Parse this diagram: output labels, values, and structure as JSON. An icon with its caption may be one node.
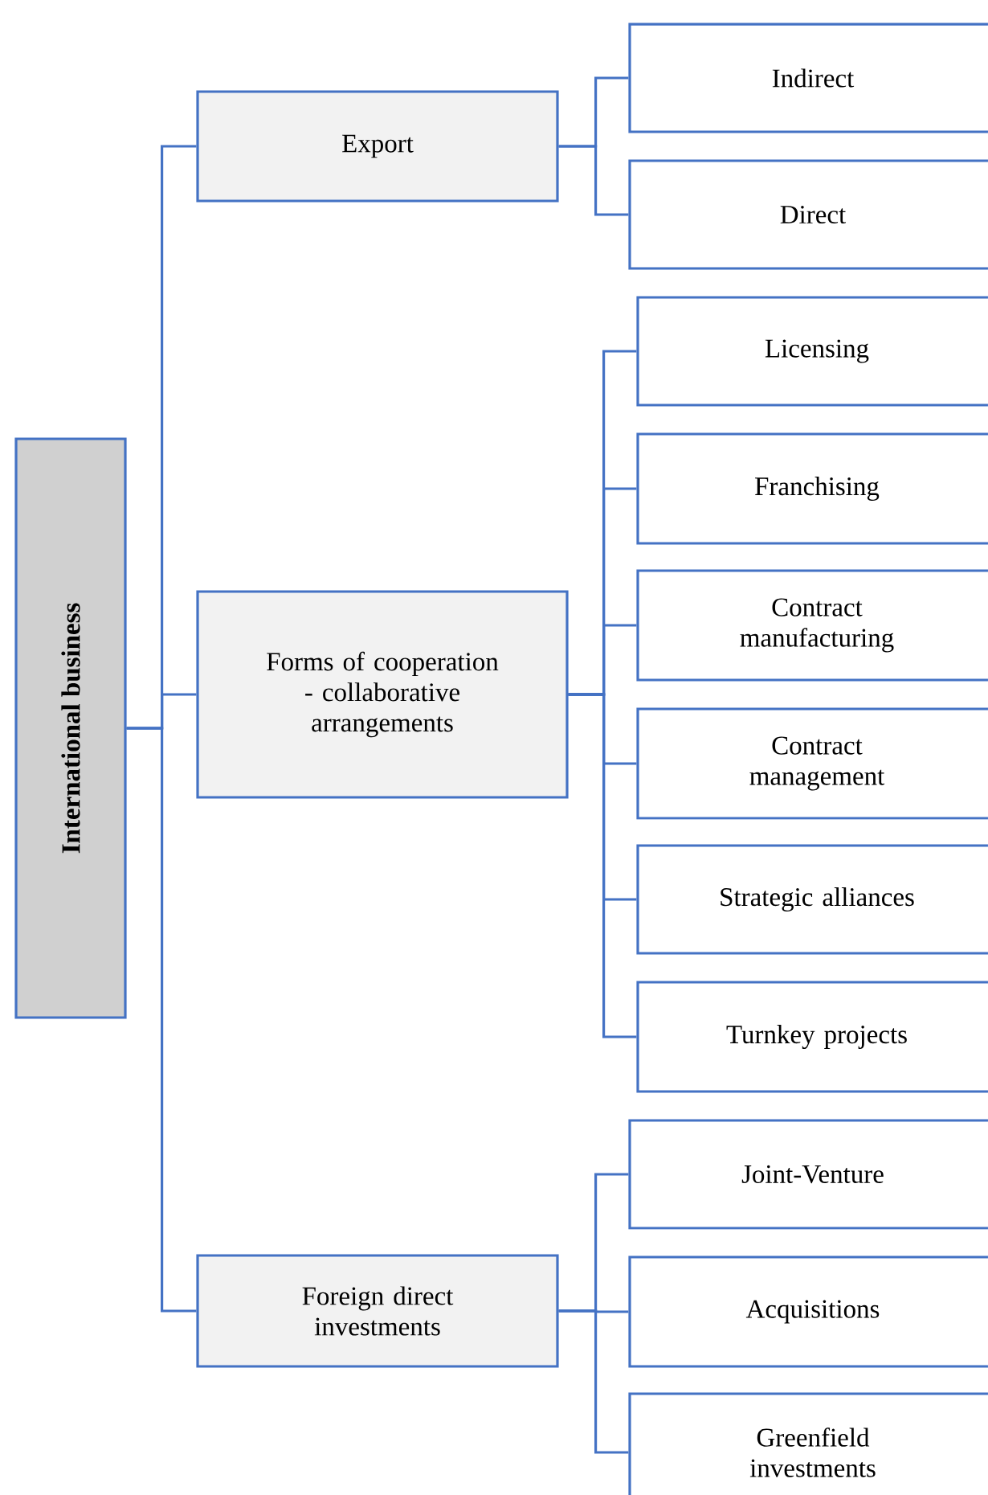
{
  "diagram": {
    "nodes": [
      {
        "text": [
          "International business"
        ]
      },
      {
        "text": [
          "Export"
        ]
      },
      {
        "text": [
          "Indirect"
        ]
      },
      {
        "text": [
          "Direct"
        ]
      },
      {
        "text": [
          "Forms of cooperation - collaborative arrangements"
        ]
      },
      {
        "text": [
          "Licensing"
        ]
      },
      {
        "text": [
          "Franchising"
        ]
      },
      {
        "text": [
          "Contract manufacturing"
        ]
      },
      {
        "text": [
          "Contract management"
        ]
      },
      {
        "text": [
          "Strategic alliances"
        ]
      },
      {
        "text": [
          "Turnkey projects"
        ]
      },
      {
        "text": [
          "Foreign direct investments"
        ]
      },
      {
        "text": [
          "Joint-Venture"
        ]
      },
      {
        "text": [
          "Acquisitions"
        ]
      },
      {
        "text": [
          "Greenfield investments"
        ]
      }
    ],
    "edges": [
      {
        "from": 0,
        "to": 1,
        "arrow": "none"
      },
      {
        "from": 0,
        "to": 4,
        "arrow": "none"
      },
      {
        "from": 0,
        "to": 11,
        "arrow": "none"
      },
      {
        "from": 1,
        "to": 2,
        "arrow": "none"
      },
      {
        "from": 1,
        "to": 3,
        "arrow": "none"
      },
      {
        "from": 4,
        "to": 5,
        "arrow": "none"
      },
      {
        "from": 4,
        "to": 6,
        "arrow": "none"
      },
      {
        "from": 4,
        "to": 7,
        "arrow": "none"
      },
      {
        "from": 4,
        "to": 8,
        "arrow": "none"
      },
      {
        "from": 4,
        "to": 9,
        "arrow": "none"
      },
      {
        "from": 4,
        "to": 10,
        "arrow": "none"
      },
      {
        "from": 11,
        "to": 12,
        "arrow": "none"
      },
      {
        "from": 11,
        "to": 13,
        "arrow": "none"
      },
      {
        "from": 11,
        "to": 14,
        "arrow": "none"
      }
    ]
  }
}
